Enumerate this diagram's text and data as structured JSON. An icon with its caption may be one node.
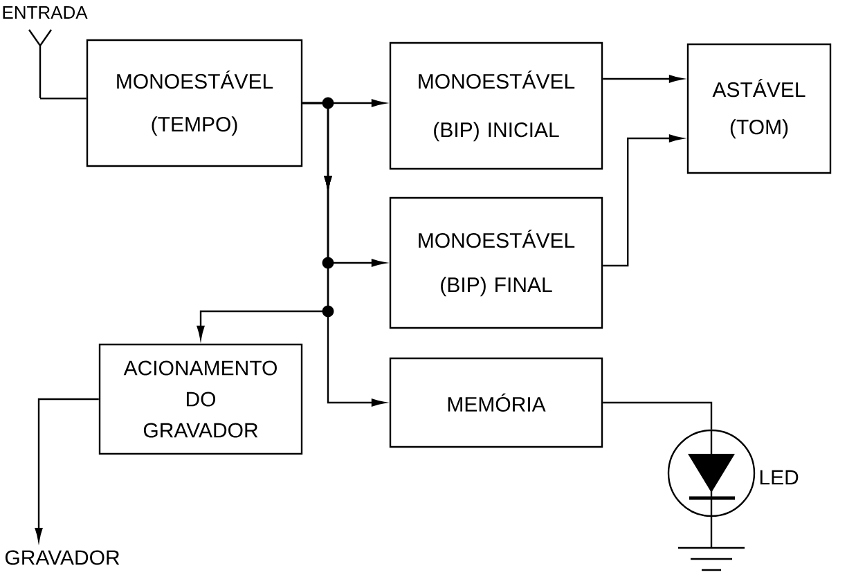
{
  "diagram": {
    "nodes": [
      {
        "text": [],
        "shape": "picture",
        "beside": [
          "ENTRADA"
        ]
      },
      {
        "text": [
          "MONOESTÁVEL (TEMPO)"
        ]
      },
      {
        "text": [
          "MONOESTÁVEL (BIP) INICIAL"
        ]
      },
      {
        "text": [
          "ASTÁVEL (TOM)"
        ]
      },
      {
        "text": [
          "MONOESTÁVEL (BIP) FINAL"
        ]
      },
      {
        "text": [
          "ACIONAMENTO DO GRAVADOR"
        ]
      },
      {
        "text": [
          "MEMÓRIA"
        ]
      },
      {
        "text": [
          "GRAVADOR"
        ]
      },
      {
        "text": [],
        "shape": "picture",
        "beside": [
          "LED"
        ]
      }
    ],
    "edges": [
      {
        "from": 0,
        "to": 1,
        "arrow": "none"
      },
      {
        "from": 1,
        "to": 2,
        "arrow": "to"
      },
      {
        "from": 1,
        "to": 4,
        "arrow": "to"
      },
      {
        "from": 1,
        "to": 5,
        "arrow": "to"
      },
      {
        "from": 1,
        "to": 6,
        "arrow": "to"
      },
      {
        "from": 2,
        "to": 3,
        "arrow": "to"
      },
      {
        "from": 4,
        "to": 3,
        "arrow": "to"
      },
      {
        "from": 5,
        "to": 7,
        "arrow": "to"
      },
      {
        "from": 6,
        "to": 8,
        "arrow": "none"
      }
    ]
  }
}
